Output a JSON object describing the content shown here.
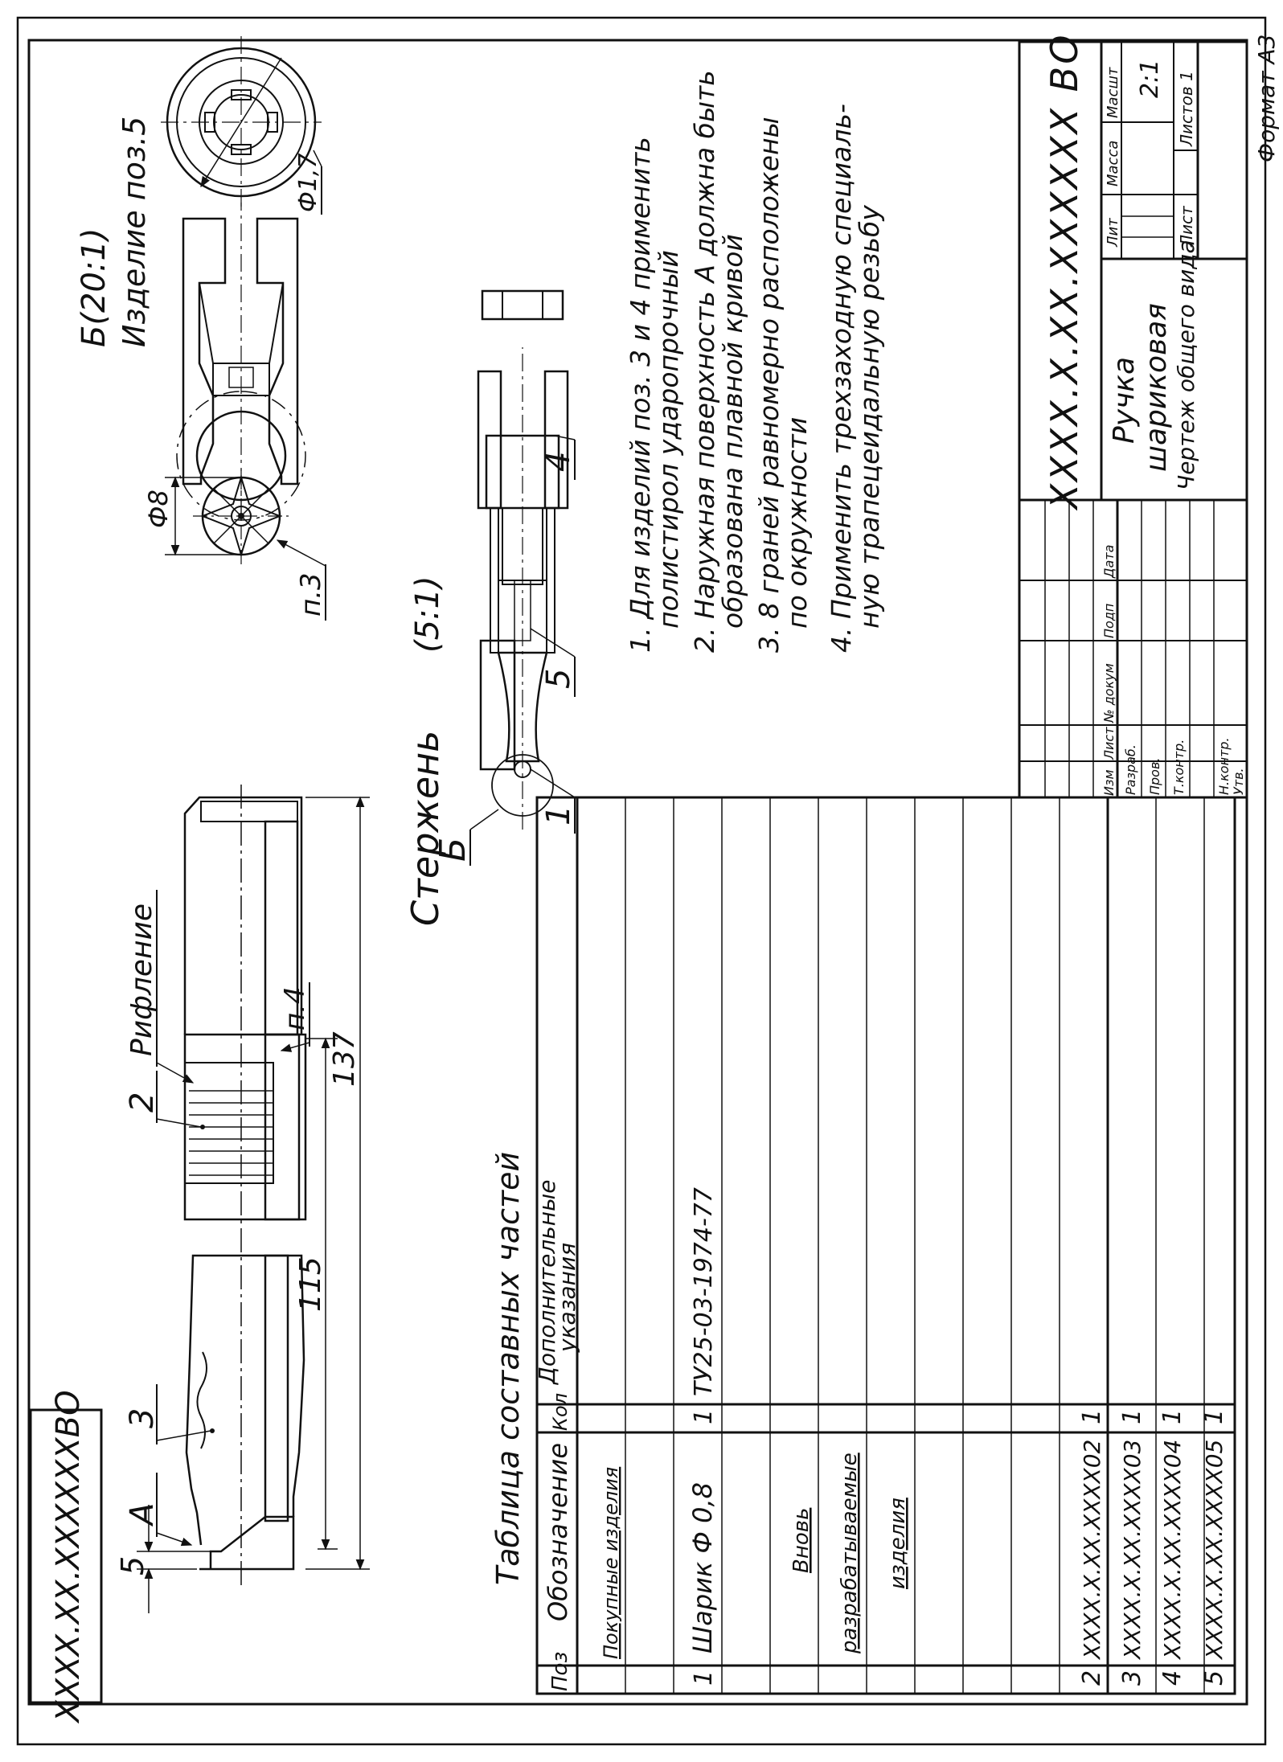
{
  "stamp_top": "XXXX.XX.XXXXXXBO",
  "annotations": {
    "dim_5": "5",
    "label_A": "A",
    "label_3": "3",
    "label_2": "2",
    "label_ribbing": "Рифление",
    "label_p4": "п.4",
    "dim_115": "115",
    "dim_137": "137",
    "dim_phi8": "Ф8",
    "label_p3": "п.3",
    "view_b_title": "Б(20:1)",
    "view_b_subtitle": "Изделие поз.5",
    "dim_phi17": "Ф1,7",
    "rod_title": "Стержень",
    "rod_scale": "(5:1)",
    "label_B": "Б",
    "label_1": "1",
    "label_5": "5",
    "label_4": "4"
  },
  "notes": [
    {
      "line1": "1. Для изделий поз. 3 и 4 применить",
      "line2": "полистирол ударопрочный"
    },
    {
      "line1": "2. Наружная поверхность  А должна быть",
      "line2": "образована плавной кривой"
    },
    {
      "line1": "3. 8 граней равномерно расположены",
      "line2": "по окружности"
    },
    {
      "line1": "4. Применить трехзаходную специаль-",
      "line2": "ную трапецеидальную резьбу"
    }
  ],
  "parts_table": {
    "title": "Таблица составных частей",
    "headers": {
      "pos": "Поз",
      "designation": "Обозначение",
      "qty": "Кол",
      "extra_line1": "Дополнительные",
      "extra_line2": "указания"
    },
    "section_purchased": "Покупные изделия",
    "row_ball": {
      "pos": "1",
      "designation": "Шарик Ф 0,8",
      "qty": "1",
      "extra": "ТУ25-03-1974-77"
    },
    "section_new_line1": "Вновь",
    "section_new_line2": "разрабатываемые",
    "section_new_line3": "изделия",
    "rows": [
      {
        "pos": "2",
        "designation": "XXXX.X.XX.XXXX02",
        "qty": "1"
      },
      {
        "pos": "3",
        "designation": "XXXX.X.XX.XXXX03",
        "qty": "1"
      },
      {
        "pos": "4",
        "designation": "XXXX.X.XX.XXXX04",
        "qty": "1"
      },
      {
        "pos": "5",
        "designation": "XXXX.X.XX.XXXX05",
        "qty": "1"
      }
    ]
  },
  "title_block": {
    "designation": "XXXX.X.XX.XXXXXX BO",
    "name_line1": "Ручка",
    "name_line2": "шариковая",
    "doc_type": "Чертеж общего вида",
    "col_izm": "Изм",
    "col_list": "Лист",
    "col_doc": "№ докум",
    "col_sign": "Подп",
    "col_date": "Дата",
    "role_dev": "Разраб.",
    "role_check": "Пров.",
    "role_tcontr": "Т.контр.",
    "role_ncontr": "Н.контр.",
    "role_approve": "Утв.",
    "lit": "Лит",
    "mass": "Масса",
    "scale_hdr": "Масшт",
    "scale_val": "2:1",
    "sheet": "Лист",
    "sheets": "Листов 1",
    "format": "Формат А3"
  }
}
